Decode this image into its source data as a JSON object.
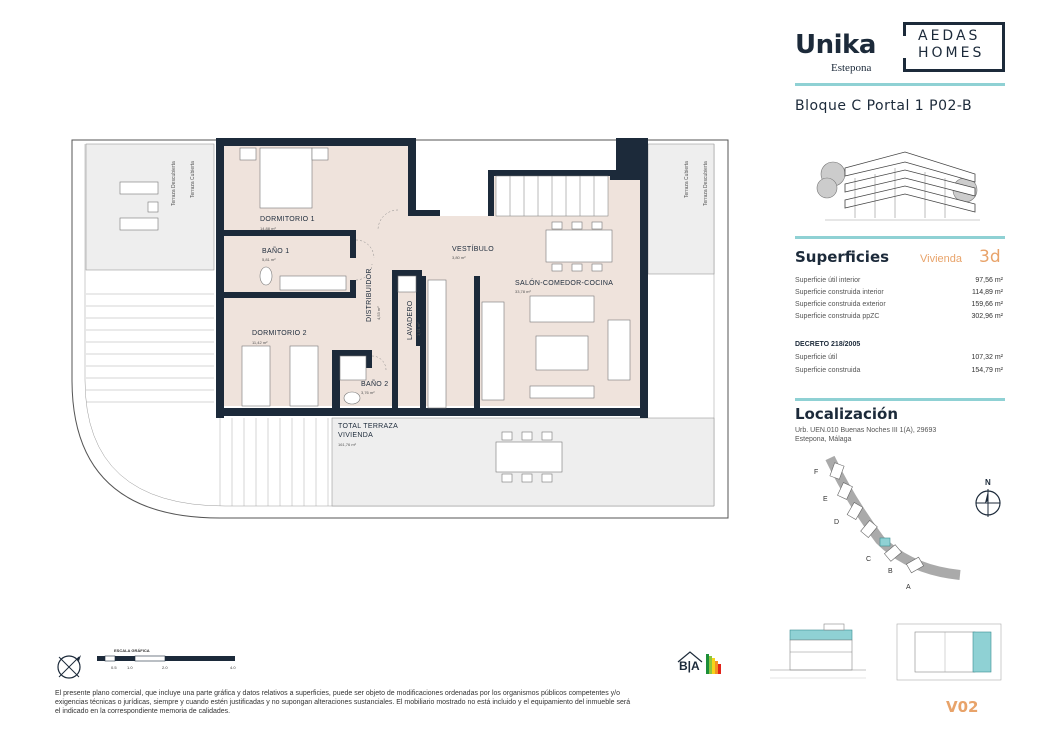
{
  "header": {
    "brand": "Unika",
    "brand_location": "Estepona",
    "company_line1": "AEDAS",
    "company_line2": "HOMES",
    "unit_title": "Bloque C Portal 1 P02-B"
  },
  "superficies": {
    "title": "Superficies",
    "vivienda_label": "Vivienda",
    "vivienda_value": "3d",
    "rows": [
      {
        "label": "Superficie útil interior",
        "value": "97,56 m²"
      },
      {
        "label": "Superficie construida interior",
        "value": "114,89 m²"
      },
      {
        "label": "Superficie construida exterior",
        "value": "159,66 m²"
      },
      {
        "label": "Superficie construida ppZC",
        "value": "302,96 m²"
      }
    ],
    "decreto_title": "DECRETO 218/2005",
    "decreto_rows": [
      {
        "label": "Superficie útil",
        "value": "107,32 m²"
      },
      {
        "label": "Superficie construida",
        "value": "154,79 m²"
      }
    ]
  },
  "localizacion": {
    "title": "Localización",
    "address_line1": "Urb. UEN.010 Buenas Noches III 1(A), 29693",
    "address_line2": "Estepona, Málaga",
    "blocks": [
      "F",
      "E",
      "D",
      "C",
      "B",
      "A"
    ],
    "north": "N"
  },
  "plan": {
    "rooms": {
      "dormitorio1": {
        "name": "DORMITORIO 1",
        "area": "14,88 m²"
      },
      "bano1": {
        "name": "BAÑO 1",
        "area": "5,81 m²"
      },
      "dormitorio2": {
        "name": "DORMITORIO 2",
        "area": "11,42 m²"
      },
      "distribuidor": {
        "name": "DISTRIBUIDOR",
        "area": "4,53 m²"
      },
      "lavadero": {
        "name": "LAVADERO",
        "area": "1,51 m²"
      },
      "bano2": {
        "name": "BAÑO 2",
        "area": "3,76 m²"
      },
      "vestibulo": {
        "name": "VESTÍBULO",
        "area": "3,80 m²"
      },
      "salon": {
        "name": "SALÓN-COMEDOR-COCINA",
        "area": "33,78 m²"
      }
    },
    "terraza_total_line1": "TOTAL TERRAZA",
    "terraza_total_line2": "VIVIENDA",
    "terraza_total_area": "161,76 m²",
    "terraza_labels": [
      "Terraza Descubierta",
      "Terraza Cubierta",
      "Terraza Cubierta",
      "Terraza Descubierta"
    ]
  },
  "scale": {
    "title": "ESCALA GRÁFICA",
    "ticks": [
      "0.5",
      "1.0",
      "2.0",
      "4.0"
    ]
  },
  "energy_label": "B|A",
  "footer": {
    "disclaimer_line1": "El presente plano comercial, que incluye una parte gráfica y datos relativos a superficies, puede ser objeto de modificaciones ordenadas por los organismos públicos competentes y/o",
    "disclaimer_line2": "exigencias técnicas o jurídicas, siempre y cuando estén justificadas y no supongan alteraciones sustanciales. El mobiliario mostrado no está incluido y el equipamiento del inmueble será",
    "disclaimer_line3": "el indicado en la correspondiente memoria de calidades.",
    "version": "V02"
  },
  "colors": {
    "navy": "#1c2a3a",
    "teal": "#8fd1d4",
    "orange": "#e8a36a",
    "room_fill": "#efe3dc",
    "terrace_fill": "#eeeeee"
  }
}
